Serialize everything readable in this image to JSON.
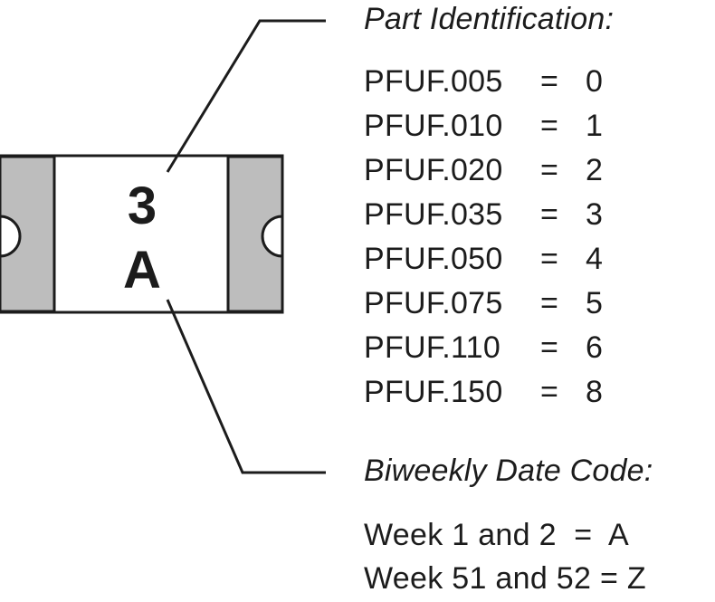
{
  "component": {
    "marking_line1": "3",
    "marking_line2": "A",
    "colors": {
      "terminal_fill": "#bdbdbd",
      "body_fill": "#ffffff",
      "outline": "#1c1c1c"
    }
  },
  "part_identification": {
    "heading": "Part Identification:",
    "rows": [
      {
        "part": "PFUF.005",
        "eq": "=",
        "code": "0"
      },
      {
        "part": "PFUF.010",
        "eq": "=",
        "code": "1"
      },
      {
        "part": "PFUF.020",
        "eq": "=",
        "code": "2"
      },
      {
        "part": "PFUF.035",
        "eq": "=",
        "code": "3"
      },
      {
        "part": "PFUF.050",
        "eq": "=",
        "code": "4"
      },
      {
        "part": "PFUF.075",
        "eq": "=",
        "code": "5"
      },
      {
        "part": "PFUF.110",
        "eq": "=",
        "code": "6"
      },
      {
        "part": "PFUF.150",
        "eq": "=",
        "code": "8"
      }
    ]
  },
  "date_code": {
    "heading": "Biweekly Date Code:",
    "rows": [
      {
        "text": "Week 1 and 2  =  A"
      },
      {
        "text": "Week 51 and 52 = Z"
      }
    ]
  }
}
